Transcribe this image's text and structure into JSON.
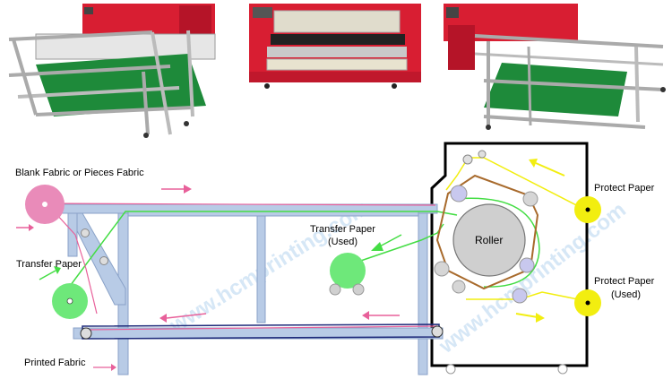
{
  "labels": {
    "blank_fabric": "Blank Fabric or Pieces Fabric",
    "transfer_paper": "Transfer Paper",
    "transfer_paper_used_1": "Transfer Paper",
    "transfer_paper_used_2": "(Used)",
    "roller": "Roller",
    "protect_paper": "Protect Paper",
    "protect_paper_used_1": "Protect Paper",
    "protect_paper_used_2": "(Used)",
    "printed_fabric": "Printed Fabric"
  },
  "watermarks": {
    "left": "www.hcmprinting.com",
    "right": "www.hcmprinting.com"
  },
  "colors": {
    "frame": "#b8cbe6",
    "frame_stroke": "#8aa2c8",
    "pink": "#e8609a",
    "green": "#44dd44",
    "yellow": "#f2ee10",
    "machine_red": "#d81e32",
    "fabric_green": "#1e8a3a",
    "cloth": "#a86a2c"
  }
}
